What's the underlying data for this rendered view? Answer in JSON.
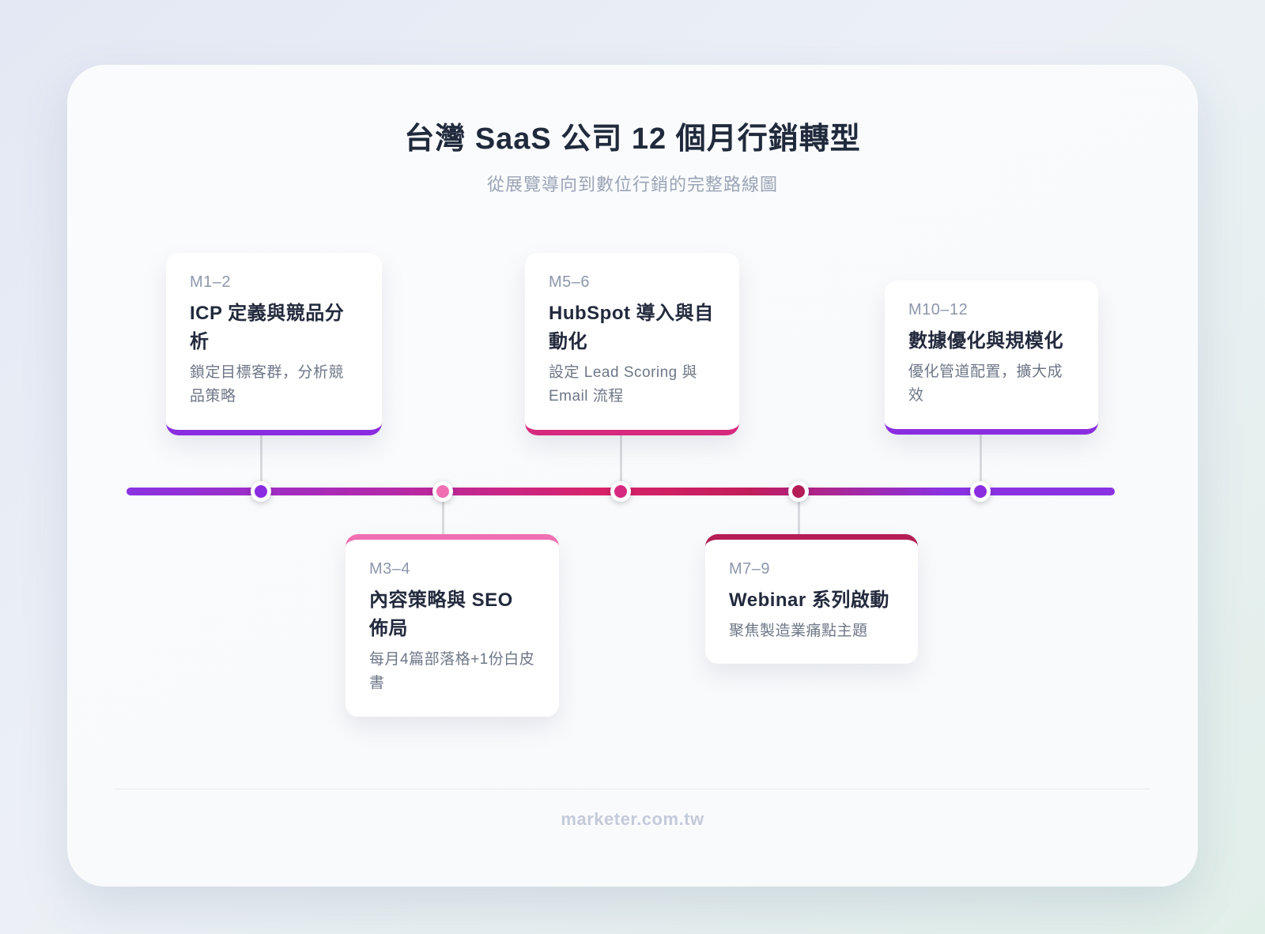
{
  "header": {
    "title": "台灣 SaaS 公司 12 個月行銷轉型",
    "subtitle": "從展覽導向到數位行銷的完整路線圖"
  },
  "timeline": {
    "gradient_css": "linear-gradient(90deg, #8a33e2 0%, #b12aad 25%, #d92368 48%, #c11d5b 63%, #8a33e2 83%, #8a33e2 100%)",
    "milestones": [
      {
        "period": "M1–2",
        "title": "ICP 定義與競品分析",
        "description": "鎖定目標客群，分析競品策略",
        "accent_color": "#8a2de0",
        "position": "above"
      },
      {
        "period": "M3–4",
        "title": "內容策略與 SEO 佈局",
        "description": "每月4篇部落格+1份白皮書",
        "accent_color": "#f06fb2",
        "position": "below"
      },
      {
        "period": "M5–6",
        "title": "HubSpot 導入與自動化",
        "description": "設定 Lead Scoring 與 Email 流程",
        "accent_color": "#d62a7e",
        "position": "above"
      },
      {
        "period": "M7–9",
        "title": "Webinar 系列啟動",
        "description": "聚焦製造業痛點主題",
        "accent_color": "#b41d55",
        "position": "below"
      },
      {
        "period": "M10–12",
        "title": "數據優化與規模化",
        "description": "優化管道配置，擴大成效",
        "accent_color": "#8a2de0",
        "position": "above"
      }
    ]
  },
  "footer": {
    "site": "marketer.com.tw"
  }
}
